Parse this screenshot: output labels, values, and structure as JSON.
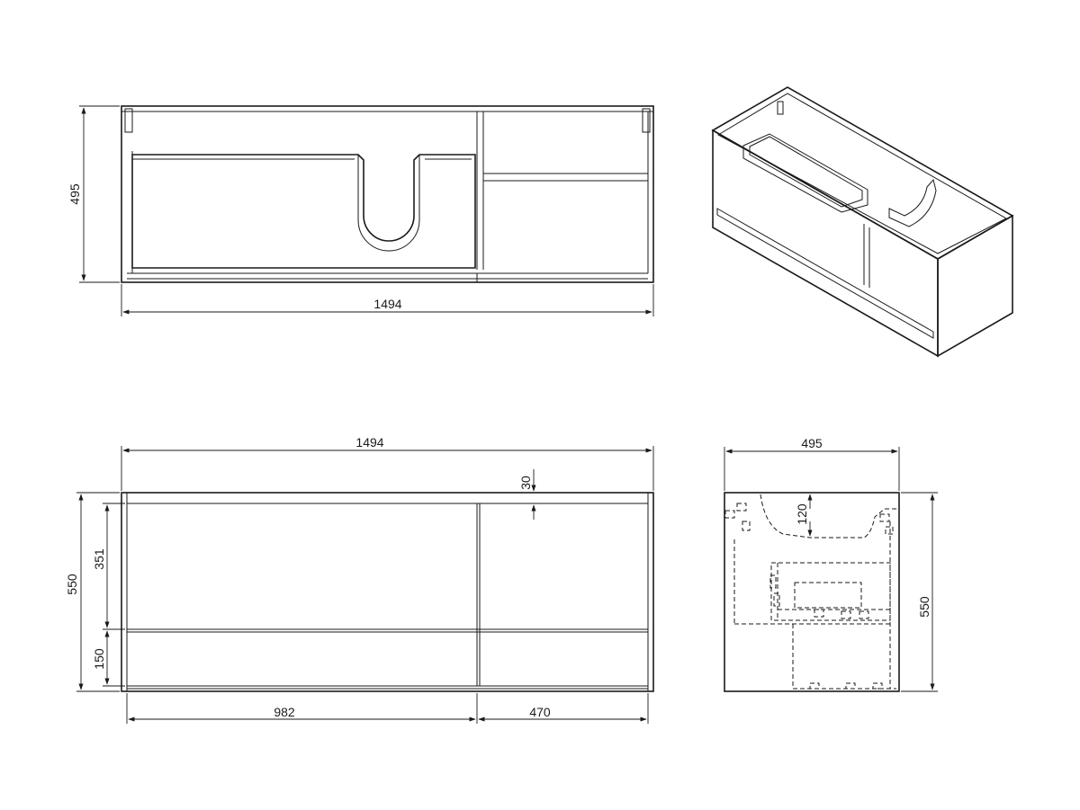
{
  "views": {
    "top": {
      "depth": "495",
      "width": "1494"
    },
    "front": {
      "width": "1494",
      "height": "550",
      "upper": "351",
      "lower": "150",
      "left_section": "982",
      "right_section": "470",
      "top_rail": "30"
    },
    "side": {
      "depth": "495",
      "height": "550",
      "basin_depth": "120"
    }
  },
  "colors": {
    "line": "#1a1a1a",
    "background": "#ffffff"
  }
}
